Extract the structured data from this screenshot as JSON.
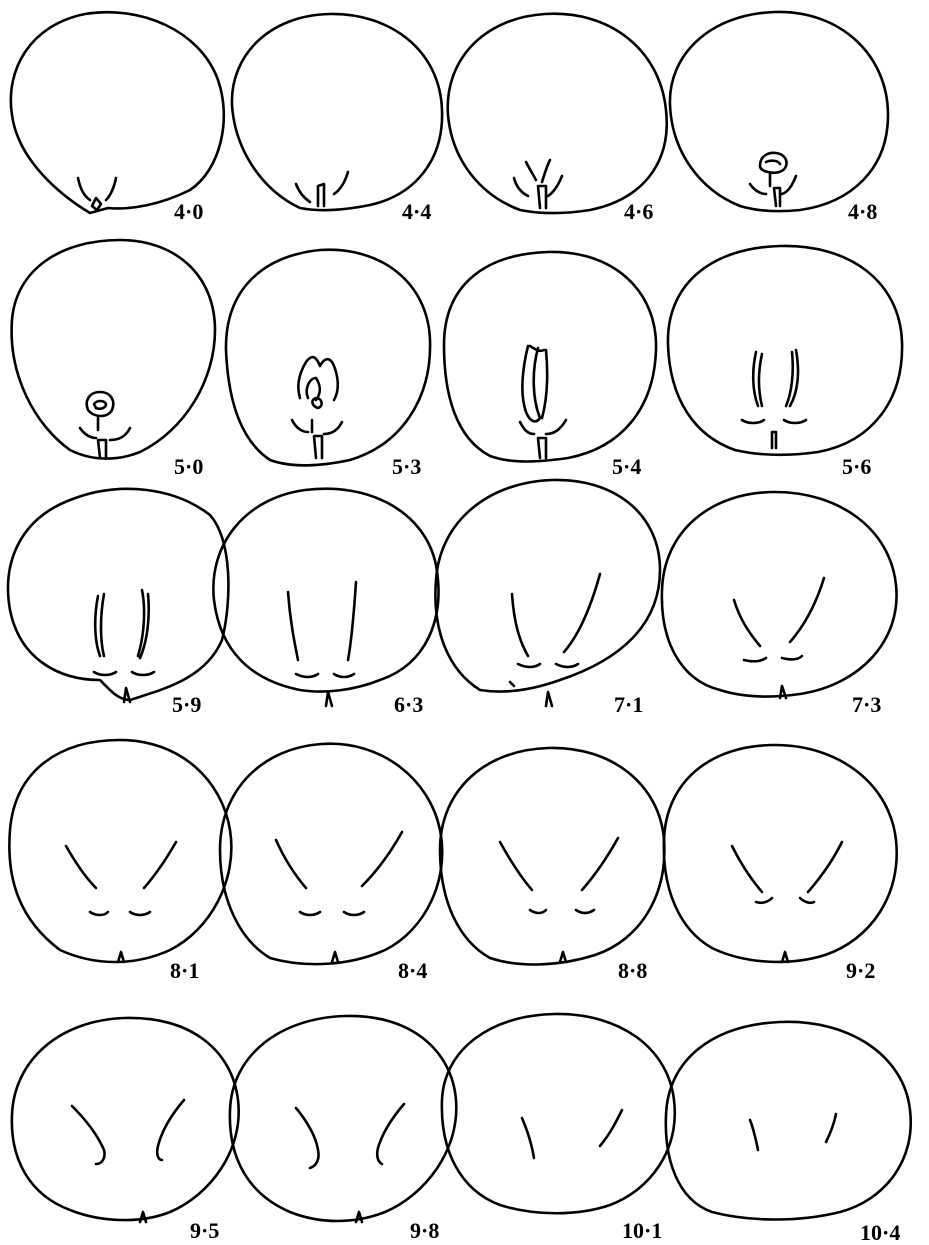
{
  "figure": {
    "sections": [
      {
        "id": "s1",
        "label": "4·0"
      },
      {
        "id": "s2",
        "label": "4·4"
      },
      {
        "id": "s3",
        "label": "4·6"
      },
      {
        "id": "s4",
        "label": "4·8"
      },
      {
        "id": "s5",
        "label": "5·0"
      },
      {
        "id": "s6",
        "label": "5·3"
      },
      {
        "id": "s7",
        "label": "5·4"
      },
      {
        "id": "s8",
        "label": "5·6"
      },
      {
        "id": "s9",
        "label": "5·9"
      },
      {
        "id": "s10",
        "label": "6·3"
      },
      {
        "id": "s11",
        "label": "7·1"
      },
      {
        "id": "s12",
        "label": "7·3"
      },
      {
        "id": "s13",
        "label": "8·1"
      },
      {
        "id": "s14",
        "label": "8·4"
      },
      {
        "id": "s15",
        "label": "8·8"
      },
      {
        "id": "s16",
        "label": "9·2"
      },
      {
        "id": "s17",
        "label": "9·5"
      },
      {
        "id": "s18",
        "label": "9·8"
      },
      {
        "id": "s19",
        "label": "10·1"
      },
      {
        "id": "s20",
        "label": "10·4"
      }
    ]
  }
}
